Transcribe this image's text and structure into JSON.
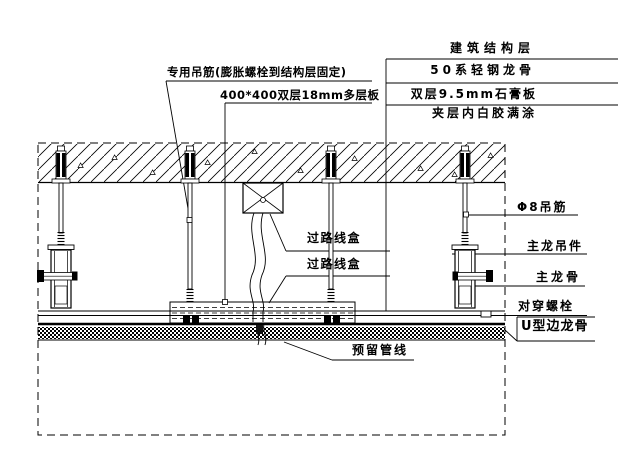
{
  "drawing": {
    "colors": {
      "line": "#000000",
      "background": "#ffffff"
    },
    "labels": {
      "special_hanger": "专用吊筋(膨胀螺栓到结构层固定)",
      "plywood_panel": "400*400双层18mm多层板",
      "structure_layer": "建筑结构层",
      "steel_keel": "50系轻钢龙骨",
      "gypsum_board": "双层9.5mm石膏板",
      "white_glue": "夹层内白胶满涂",
      "hanger_rod": "Φ8吊筋",
      "main_keel_hanger": "主龙吊件",
      "main_keel": "主龙骨",
      "through_bolt": "对穿螺栓",
      "u_edge_keel": "U型边龙骨",
      "wire_box": "过路线盒",
      "reserved_pipeline": "预留管线"
    }
  }
}
